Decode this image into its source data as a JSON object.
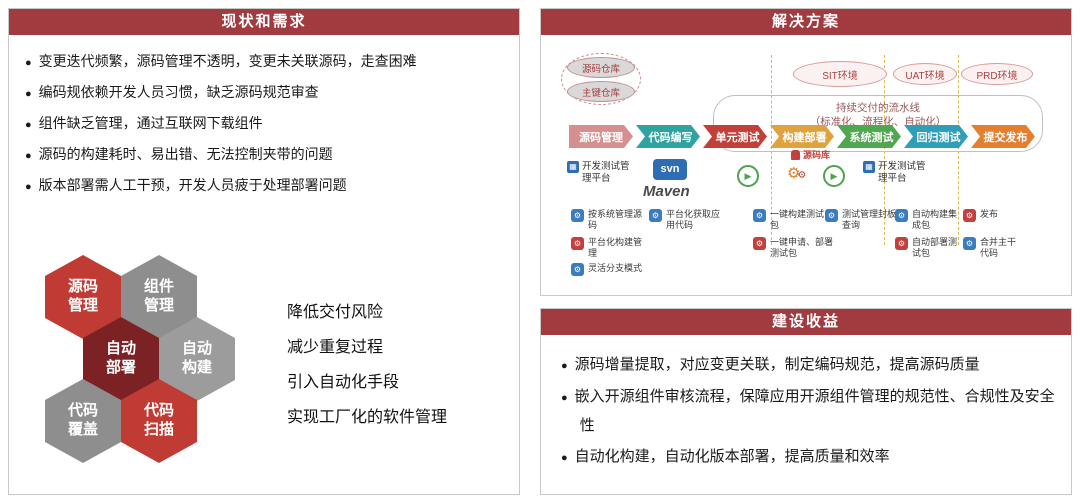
{
  "colors": {
    "header": "#A23B40"
  },
  "left_panel": {
    "title": "现状和需求",
    "bullets": [
      "变更迭代频繁，源码管理不透明，变更未关联源码，走查困难",
      "编码规依赖开发人员习惯，缺乏源码规范审查",
      "组件缺乏管理，通过互联网下载组件",
      "源码的构建耗时、易出错、无法控制夹带的问题",
      "版本部署需人工干预，开发人员疲于处理部署问题"
    ],
    "hexagons": [
      {
        "label": "源码\n管理",
        "color": "#C13B35"
      },
      {
        "label": "组件\n管理",
        "color": "#8E8E8E"
      },
      {
        "label": "自动\n部署",
        "color": "#7C2124"
      },
      {
        "label": "自动\n构建",
        "color": "#9C9C9C"
      },
      {
        "label": "代码\n覆盖",
        "color": "#8E8E8E"
      },
      {
        "label": "代码\n扫描",
        "color": "#C13B35"
      }
    ],
    "goals": [
      "降低交付风险",
      "减少重复过程",
      "引入自动化手段",
      "实现工厂化的软件管理"
    ]
  },
  "solution_panel": {
    "title": "解决方案",
    "repos": [
      {
        "label": "源码仓库"
      },
      {
        "label": "主键仓库"
      }
    ],
    "environments": [
      {
        "label": "SIT环境"
      },
      {
        "label": "UAT环境"
      },
      {
        "label": "PRD环境"
      }
    ],
    "pipeline_note": "持续交付的流水线\n（标准化、流程化、自动化）",
    "stages": [
      {
        "label": "源码管理",
        "color": "#D68F8F"
      },
      {
        "label": "代码编写",
        "color": "#2FA3A0"
      },
      {
        "label": "单元测试",
        "color": "#C24038"
      },
      {
        "label": "构建部署",
        "color": "#E0A23F"
      },
      {
        "label": "系统测试",
        "color": "#4FA74F"
      },
      {
        "label": "回归测试",
        "color": "#2F9FB8"
      },
      {
        "label": "提交发布",
        "color": "#E2802F"
      }
    ],
    "platform_left": "开发测试管理平台",
    "platform_right": "开发测试管理平台",
    "svn_label": "svn",
    "maven_label": "Maven",
    "source_lib_label": "源码库",
    "features": [
      {
        "label": "按系统管理源码",
        "color": "#3B7BBF"
      },
      {
        "label": "平台化获取应用代码",
        "color": "#3B7BBF"
      },
      {
        "label": "一键构建测试包",
        "color": "#3B7BBF"
      },
      {
        "label": "测试管理封板查询",
        "color": "#3B7BBF"
      },
      {
        "label": "自动构建集成包",
        "color": "#3B7BBF"
      },
      {
        "label": "发布",
        "color": "#C3413C"
      },
      {
        "label": "平台化构建管理",
        "color": "#C3413C"
      },
      {
        "label": "一键申请、部署测试包",
        "color": "#C3413C"
      },
      {
        "label": "自动部署测试包",
        "color": "#C3413C"
      },
      {
        "label": "合并主干代码",
        "color": "#3B7BBF"
      },
      {
        "label": "灵活分支模式",
        "color": "#3B7BBF"
      }
    ]
  },
  "benefits_panel": {
    "title": "建设收益",
    "bullets": [
      "源码增量提取，对应变更关联，制定编码规范，提高源码质量",
      "嵌入开源组件审核流程，保障应用开源组件管理的规范性、合规性及安全性",
      "自动化构建，自动化版本部署，提高质量和效率"
    ]
  }
}
